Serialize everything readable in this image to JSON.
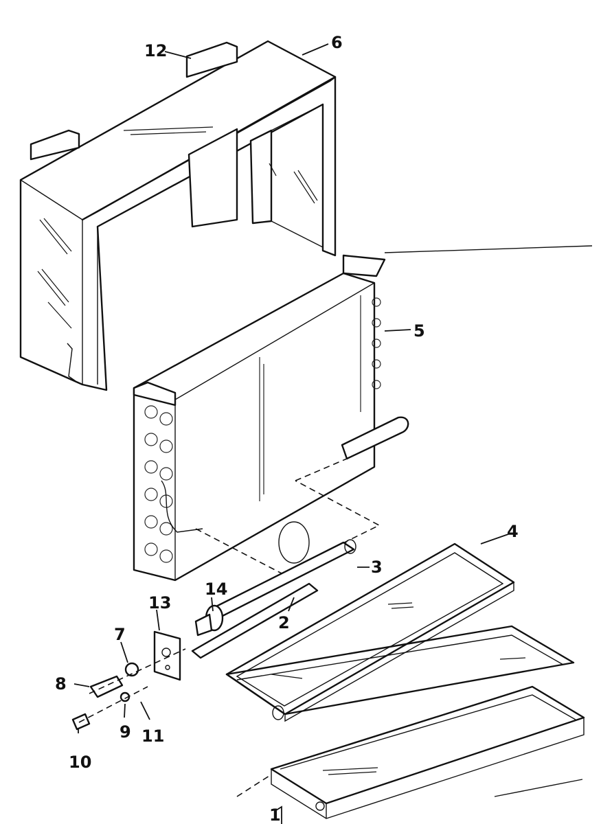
{
  "callouts": {
    "p1": "1",
    "p2": "2",
    "p3": "3",
    "p4": "4",
    "p5": "5",
    "p6": "6",
    "p7": "7",
    "p8": "8",
    "p9": "9",
    "p10": "10",
    "p11": "11",
    "p12": "12",
    "p13": "13",
    "p14": "14"
  }
}
